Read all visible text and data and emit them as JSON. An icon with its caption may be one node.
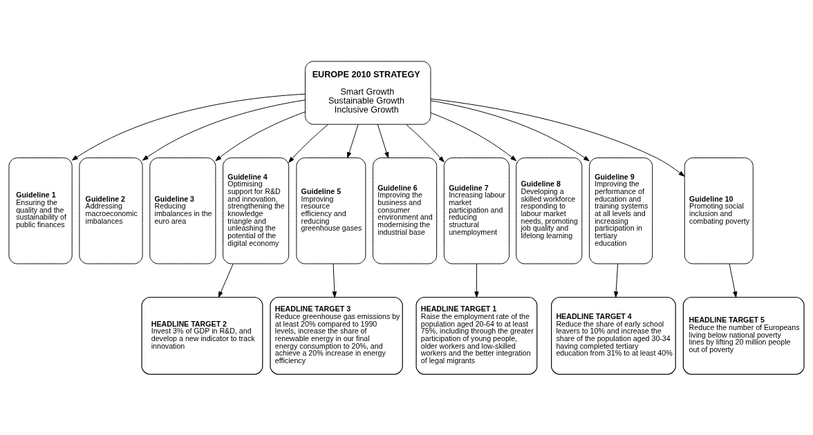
{
  "diagram": {
    "nodes": [
      {
        "text": [
          "EUROPE 2010 STRATEGY",
          "Smart Growth Sustainable Growth Inclusive Growth"
        ]
      },
      {
        "text": [
          "Guideline 1",
          "Ensuring the quality and the sustainability of public finances"
        ]
      },
      {
        "text": [
          "Guideline 2",
          "Addressing macroeconomic imbalances"
        ]
      },
      {
        "text": [
          "Guideline 3",
          "Reducing imbalances in the euro area"
        ]
      },
      {
        "text": [
          "Guideline 4",
          "Optimising support for R&D and innovation, strengthening the knowledge triangle and unleashing the potential of the digital economy"
        ]
      },
      {
        "text": [
          "Guideline 5",
          "Improving resource efficiency and reducing greenhouse gases"
        ]
      },
      {
        "text": [
          "Guideline 6",
          "Improving the business and consumer environment and modernising the industrial base"
        ]
      },
      {
        "text": [
          "Guideline 7",
          "Increasing labour market participation and reducing structural unemployment"
        ]
      },
      {
        "text": [
          "Guideline 8",
          "Developing a skilled workforce responding to labour market needs, promoting job quality and lifelong learning"
        ]
      },
      {
        "text": [
          "Guideline 9",
          "Improving the performance of education and training systems at all levels and increasing participation in tertiary education"
        ]
      },
      {
        "text": [
          "Guideline 10",
          "Promoting social inclusion and combating poverty"
        ]
      },
      {
        "text": [
          "HEADLINE TARGET 1",
          "Raise the employment rate of the population aged 20-64 to at least 75%, including through the greater participation of young people, older workers and low-skilled workers and the better integration of legal migrants"
        ]
      },
      {
        "text": [
          "HEADLINE TARGET 2",
          "Invest 3% of GDP in R&D, and develop a new indicator to track innovation"
        ]
      },
      {
        "text": [
          "HEADLINE TARGET 3",
          "Reduce greenhouse gas emissions by at least 20% compared to 1990 levels, increase the share of renewable energy in our final energy consumption to 20%, and achieve a 20% increase in energy efficiency"
        ]
      },
      {
        "text": [
          "HEADLINE TARGET 4",
          "Reduce the share of early school leavers to 10% and increase the share of the population aged 30-34 having completed tertiary education from 31% to at least 40%"
        ]
      },
      {
        "text": [
          "HEADLINE TARGET 5",
          "Reduce the number of Europeans living below national poverty lines by lifting 20 million people out of poverty"
        ]
      }
    ],
    "edges": [
      {
        "from": 0,
        "to": 1,
        "arrow": "to"
      },
      {
        "from": 0,
        "to": 2,
        "arrow": "to"
      },
      {
        "from": 0,
        "to": 3,
        "arrow": "to"
      },
      {
        "from": 0,
        "to": 4,
        "arrow": "to"
      },
      {
        "from": 0,
        "to": 5,
        "arrow": "to"
      },
      {
        "from": 0,
        "to": 6,
        "arrow": "to"
      },
      {
        "from": 0,
        "to": 7,
        "arrow": "to"
      },
      {
        "from": 0,
        "to": 8,
        "arrow": "to"
      },
      {
        "from": 0,
        "to": 9,
        "arrow": "to"
      },
      {
        "from": 0,
        "to": 10,
        "arrow": "to"
      },
      {
        "from": 7,
        "to": 11,
        "arrow": "to"
      },
      {
        "from": 4,
        "to": 12,
        "arrow": "to"
      },
      {
        "from": 5,
        "to": 13,
        "arrow": "to"
      },
      {
        "from": 9,
        "to": 14,
        "arrow": "to"
      },
      {
        "from": 10,
        "to": 15,
        "arrow": "to"
      }
    ]
  }
}
